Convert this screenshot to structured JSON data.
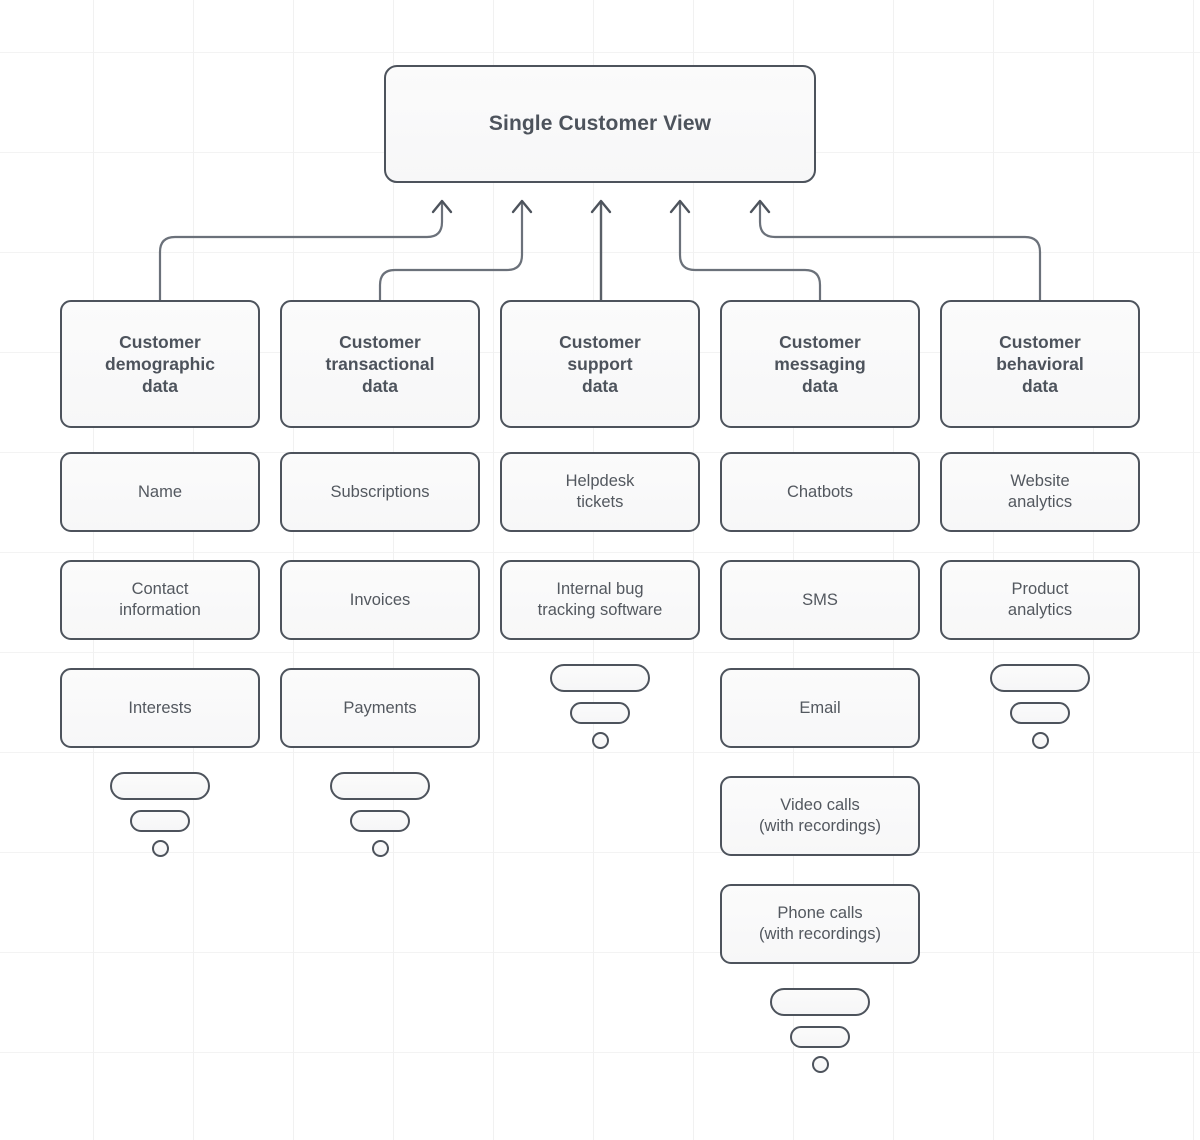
{
  "diagram": {
    "title": "Single Customer View",
    "type": "hierarchy-tree",
    "root": {
      "label": "Single Customer View"
    },
    "columns": [
      {
        "id": "demographic",
        "category": "Customer\ndemographic\ndata",
        "category_plain": "Customer demographic data",
        "items": [
          "Name",
          "Contact\ninformation",
          "Interests"
        ],
        "has_ellipsis": true
      },
      {
        "id": "transactional",
        "category": "Customer\ntransactional\ndata",
        "category_plain": "Customer transactional data",
        "items": [
          "Subscriptions",
          "Invoices",
          "Payments"
        ],
        "has_ellipsis": true
      },
      {
        "id": "support",
        "category": "Customer\nsupport\ndata",
        "category_plain": "Customer support data",
        "items": [
          "Helpdesk\ntickets",
          "Internal bug\ntracking software"
        ],
        "has_ellipsis": true
      },
      {
        "id": "messaging",
        "category": "Customer\nmessaging\ndata",
        "category_plain": "Customer messaging data",
        "items": [
          "Chatbots",
          "SMS",
          "Email",
          "Video calls\n(with recordings)",
          "Phone calls\n(with recordings)"
        ],
        "has_ellipsis": true
      },
      {
        "id": "behavioral",
        "category": "Customer\nbehavioral\ndata",
        "category_plain": "Customer behavioral data",
        "items": [
          "Website\nanalytics",
          "Product\nanalytics"
        ],
        "has_ellipsis": true
      }
    ]
  },
  "colors": {
    "node_border": "#4d535c",
    "node_fill": "#fafafa",
    "text": "#4d535c",
    "connector": "#5a6068",
    "grid_line": "#f1f1f1",
    "background": "#ffffff"
  }
}
